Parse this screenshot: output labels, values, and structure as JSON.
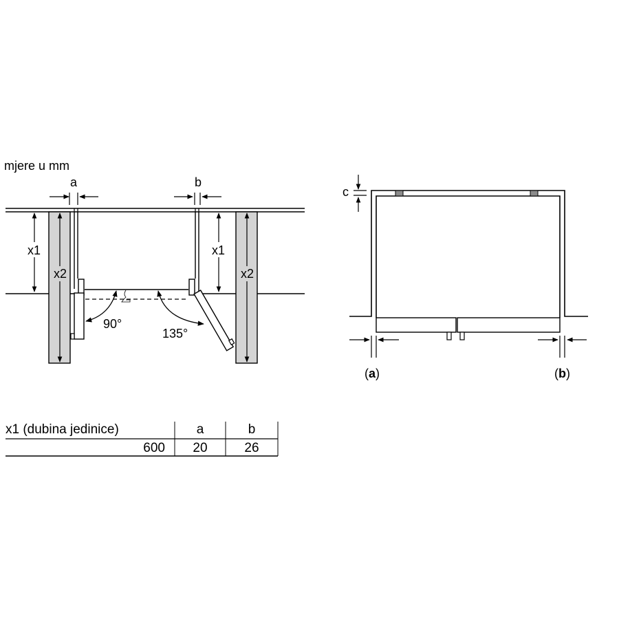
{
  "diagram": {
    "units_label": "mjere u mm",
    "plan_view": {
      "gap_labels": {
        "left": "a",
        "right": "b"
      },
      "depth_labels": {
        "x1_left": "x1",
        "x1_right": "x1",
        "x2_left": "x2",
        "x2_right": "x2"
      },
      "angles": {
        "left_door": "90°",
        "right_door": "135°"
      }
    },
    "front_view": {
      "top_gap_label": "c",
      "side_labels": {
        "left": "(a)",
        "right": "(b)"
      },
      "side_label_letters": {
        "left": "a",
        "right": "b"
      },
      "paren_open": "(",
      "paren_close": ")"
    },
    "colors": {
      "line": "#000000",
      "cabinet_fill": "#d4d4d4",
      "hinge_fill": "#8c8c8c",
      "arrow_grey": "#555555"
    }
  },
  "table": {
    "headers": [
      "x1 (dubina jedinice)",
      "a",
      "b"
    ],
    "rows": [
      [
        "600",
        "20",
        "26"
      ]
    ]
  }
}
